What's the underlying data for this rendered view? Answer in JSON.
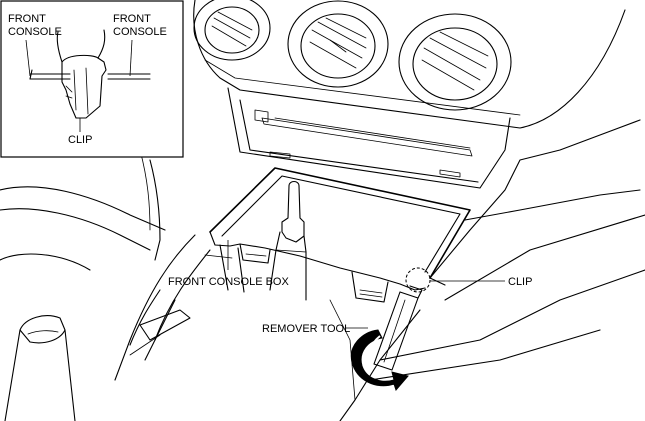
{
  "labels": {
    "inset_front_console_left": [
      "FRONT",
      "CONSOLE"
    ],
    "inset_front_console_right": [
      "FRONT",
      "CONSOLE"
    ],
    "inset_clip": "CLIP",
    "clip": "CLIP",
    "front_console_box": "FRONT CONSOLE BOX",
    "remover_tool": "REMOVER TOOL"
  }
}
